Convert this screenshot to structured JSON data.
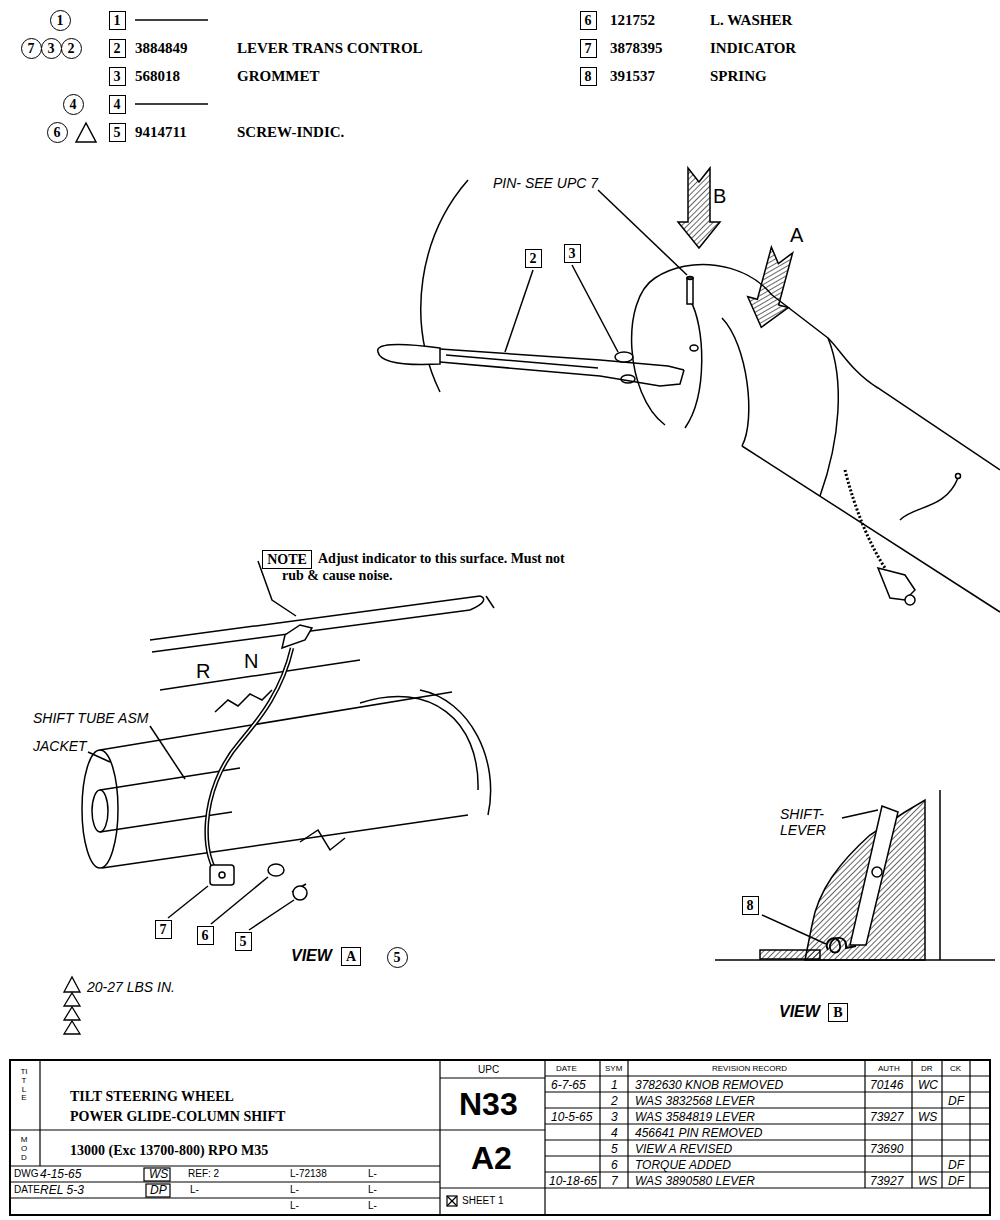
{
  "diagram": {
    "nodes": [
      {
        "text": [
          "1"
        ]
      },
      {
        "text": [
          "1"
        ]
      },
      {
        "text": [
          "7"
        ]
      },
      {
        "text": [
          "3"
        ]
      },
      {
        "text": [
          "2"
        ]
      },
      {
        "text": [
          "2"
        ]
      },
      {
        "text": [
          "3"
        ]
      },
      {
        "text": [
          "4"
        ]
      },
      {
        "text": [
          "4"
        ]
      },
      {
        "text": [
          "6"
        ]
      },
      {
        "text": [
          "5"
        ]
      },
      {
        "text": [
          "6"
        ]
      },
      {
        "text": [
          "7"
        ]
      },
      {
        "text": [
          "8"
        ]
      },
      {
        "text": [
          "2"
        ]
      },
      {
        "text": [
          "3"
        ]
      },
      {
        "text": [
          "NOTE"
        ]
      },
      {
        "text": [
          "8"
        ]
      },
      {
        "text": [
          "7"
        ]
      },
      {
        "text": [
          "6"
        ]
      },
      {
        "text": [
          "5"
        ]
      },
      {
        "text": [
          "A"
        ]
      },
      {
        "text": [
          "5"
        ]
      },
      {
        "text": [
          "B"
        ]
      }
    ],
    "labels": [
      "3884849",
      "LEVER TRANS CONTROL",
      "568018",
      "GROMMET",
      "9414711",
      "SCREW-INDIC.",
      "121752",
      "L. WASHER",
      "3878395",
      "INDICATOR",
      "391537",
      "SPRING",
      "PIN- SEE UPC 7",
      "B",
      "A",
      "Adjust indicator to this surface. Must not rub & cause noise.",
      "R",
      "N",
      "SHIFT TUBE ASM",
      "JACKET",
      "VIEW",
      "VIEW",
      "SHIFT- LEVER",
      "20-27 LBS IN.",
      "TITLE",
      "TILT STEERING WHEEL",
      "POWER GLIDE-COLUMN SHIFT",
      "MOD",
      "13000 (Exc 13700-800) RPO M35",
      "DWG",
      "4-15-65",
      "WS",
      "REF: 2",
      "L-72138",
      "L-",
      "DATE",
      "REL 5-3",
      "DP",
      "L-",
      "L-",
      "L-",
      "L-",
      "L-",
      "UPC",
      "N33",
      "A2",
      "SHEET 1",
      "DATE",
      "SYM",
      "REVISION RECORD",
      "AUTH",
      "DR",
      "CK",
      "6-7-65",
      "1",
      "3782630 KNOB REMOVED",
      "70146",
      "WC",
      "2",
      "WAS 3832568 LEVER",
      "DF",
      "10-5-65",
      "3",
      "WAS 3584819 LEVER",
      "73927",
      "WS",
      "4",
      "456641 PIN REMOVED",
      "5",
      "VIEW A REVISED",
      "73690",
      "6",
      "TORQUE ADDED",
      "DF",
      "10-18-65",
      "7",
      "WAS 3890580 LEVER",
      "73927",
      "WS",
      "DF"
    ]
  }
}
